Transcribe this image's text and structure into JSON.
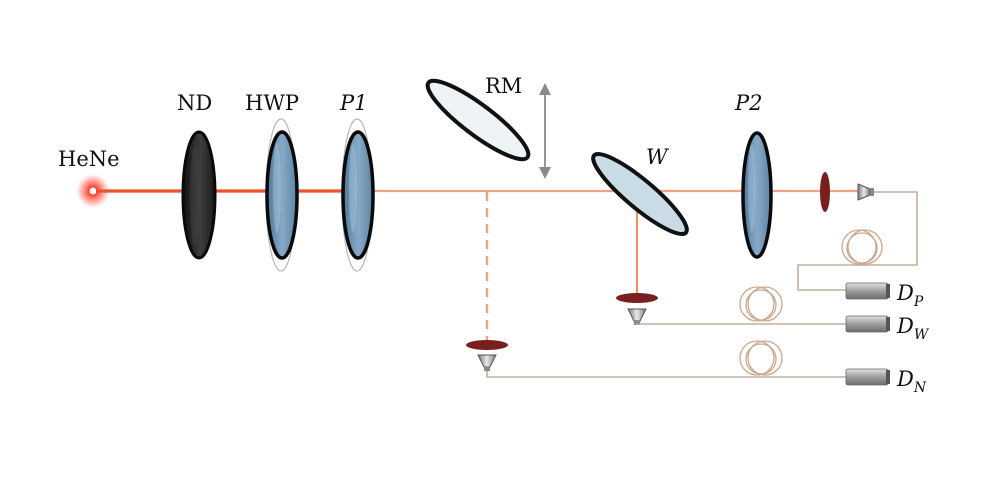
{
  "labels": {
    "source": "HeNe",
    "nd": "ND",
    "hwp": "HWP",
    "p1": "P1",
    "rm": "RM",
    "w": "W",
    "p2": "P2",
    "dp_main": "D",
    "dp_sub": "P",
    "dw_main": "D",
    "dw_sub": "W",
    "dn_main": "D",
    "dn_sub": "N"
  },
  "colors": {
    "beam": "#e8542e",
    "beam_faint": "#f2a184",
    "lens_dark": "#7a1f1f",
    "optic_blue": "#6f93b5",
    "optic_light": "#c9dce6",
    "nd_filter": "#2c2c2c",
    "fiber": "#c2ad9c",
    "detector": "#a8a8a8"
  }
}
